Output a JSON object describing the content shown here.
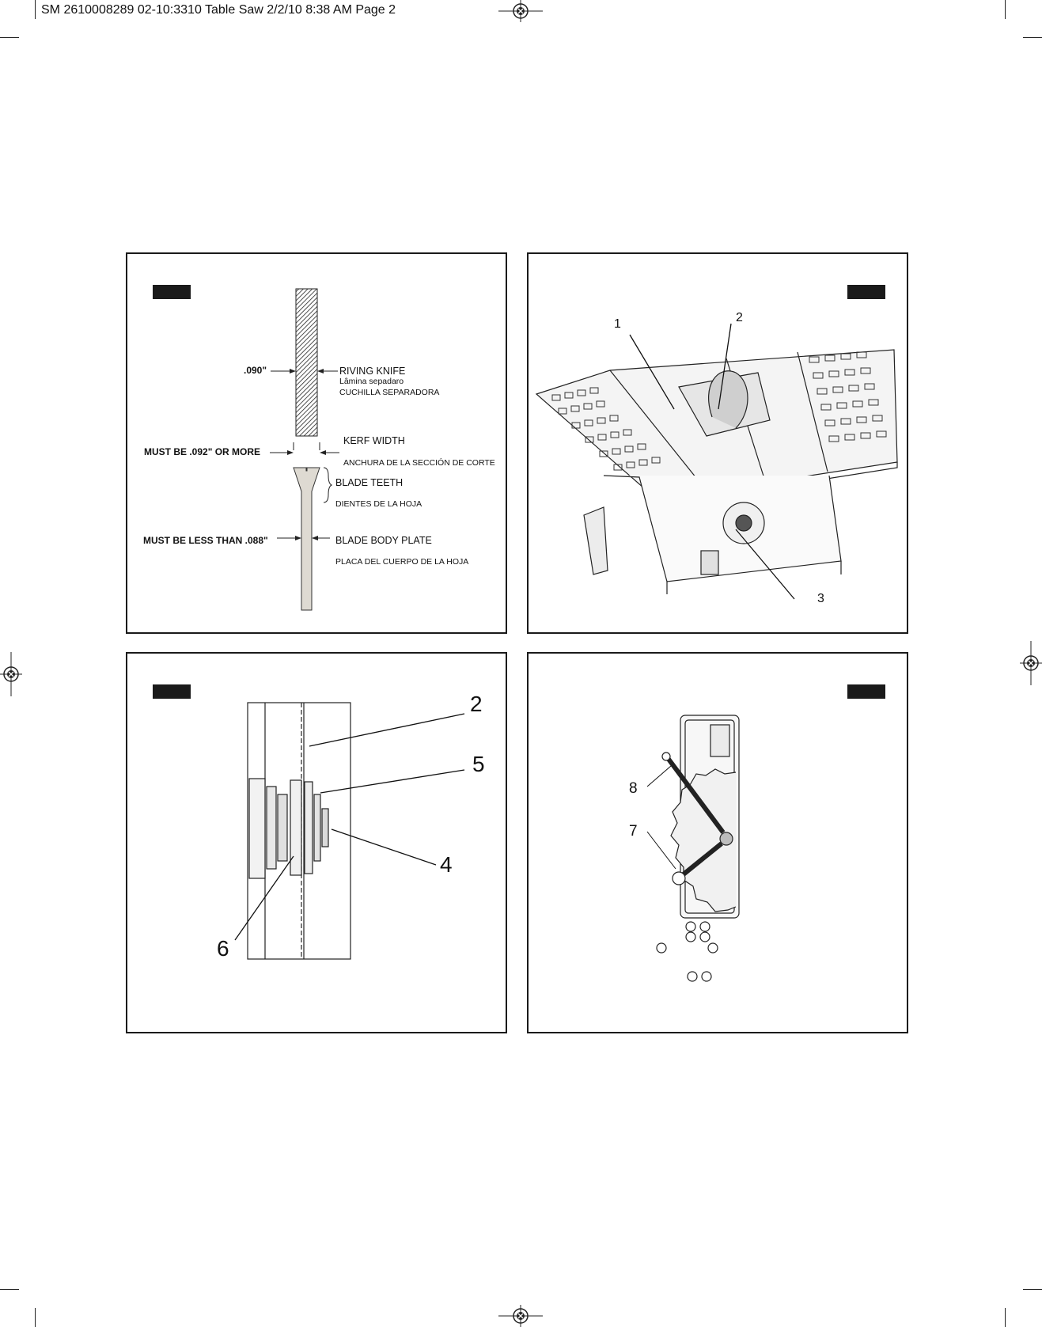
{
  "header": {
    "slug": "SM 2610008289 02-10:3310 Table Saw  2/2/10  8:38 AM  Page 2"
  },
  "panel_riving_knife": {
    "dimension_090": ".090\"",
    "riving_knife": "RIVING KNIFE",
    "riving_knife_pt": "Lâmina sepadaro",
    "riving_knife_es": "CUCHILLA SEPARADORA",
    "must_be_092": "MUST BE .092\" OR MORE",
    "kerf_width": "KERF WIDTH",
    "kerf_width_es": "ANCHURA DE LA SECCIÓN DE CORTE",
    "blade_teeth": "BLADE TEETH",
    "blade_teeth_es": "DIENTES DE LA HOJA",
    "must_be_less_088": "MUST BE LESS THAN .088\"",
    "blade_body_plate": "BLADE BODY PLATE",
    "blade_body_plate_es": "PLACA DEL CUERPO DE LA HOJA"
  },
  "panel_table_saw": {
    "callouts": [
      "1",
      "2",
      "3"
    ]
  },
  "panel_blade_assembly": {
    "callouts": [
      "2",
      "5",
      "4",
      "6"
    ]
  },
  "panel_wrenches": {
    "callouts": [
      "8",
      "7"
    ]
  }
}
